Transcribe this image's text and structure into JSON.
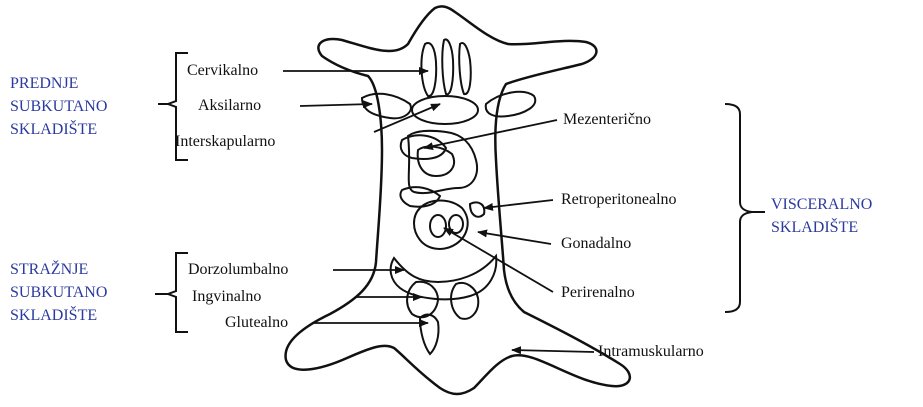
{
  "groups": {
    "front": [
      "PREDNJE",
      "SUBKUTANO",
      "SKLADIŠTE"
    ],
    "rear": [
      "STRAŽNJE",
      "SUBKUTANO",
      "SKLADIŠTE"
    ],
    "visceral": [
      "VISCERALNO",
      "SKLADIŠTE"
    ]
  },
  "labels": {
    "cervical": "Cervikalno",
    "axillary": "Aksilarno",
    "interscapular": "Interskapularno",
    "dorsolumbar": "Dorzolumbalno",
    "inguinal": "Ingvinalno",
    "gluteal": "Glutealno",
    "mesenteric": "Mezenterično",
    "retroperitoneal": "Retroperitonealno",
    "gonadal": "Gonadalno",
    "perirenal": "Perirenalno",
    "intramuscular": "Intramuskularno"
  },
  "colors": {
    "group_text": "#2b3a9e",
    "label_text": "#111111",
    "line": "#111111"
  }
}
